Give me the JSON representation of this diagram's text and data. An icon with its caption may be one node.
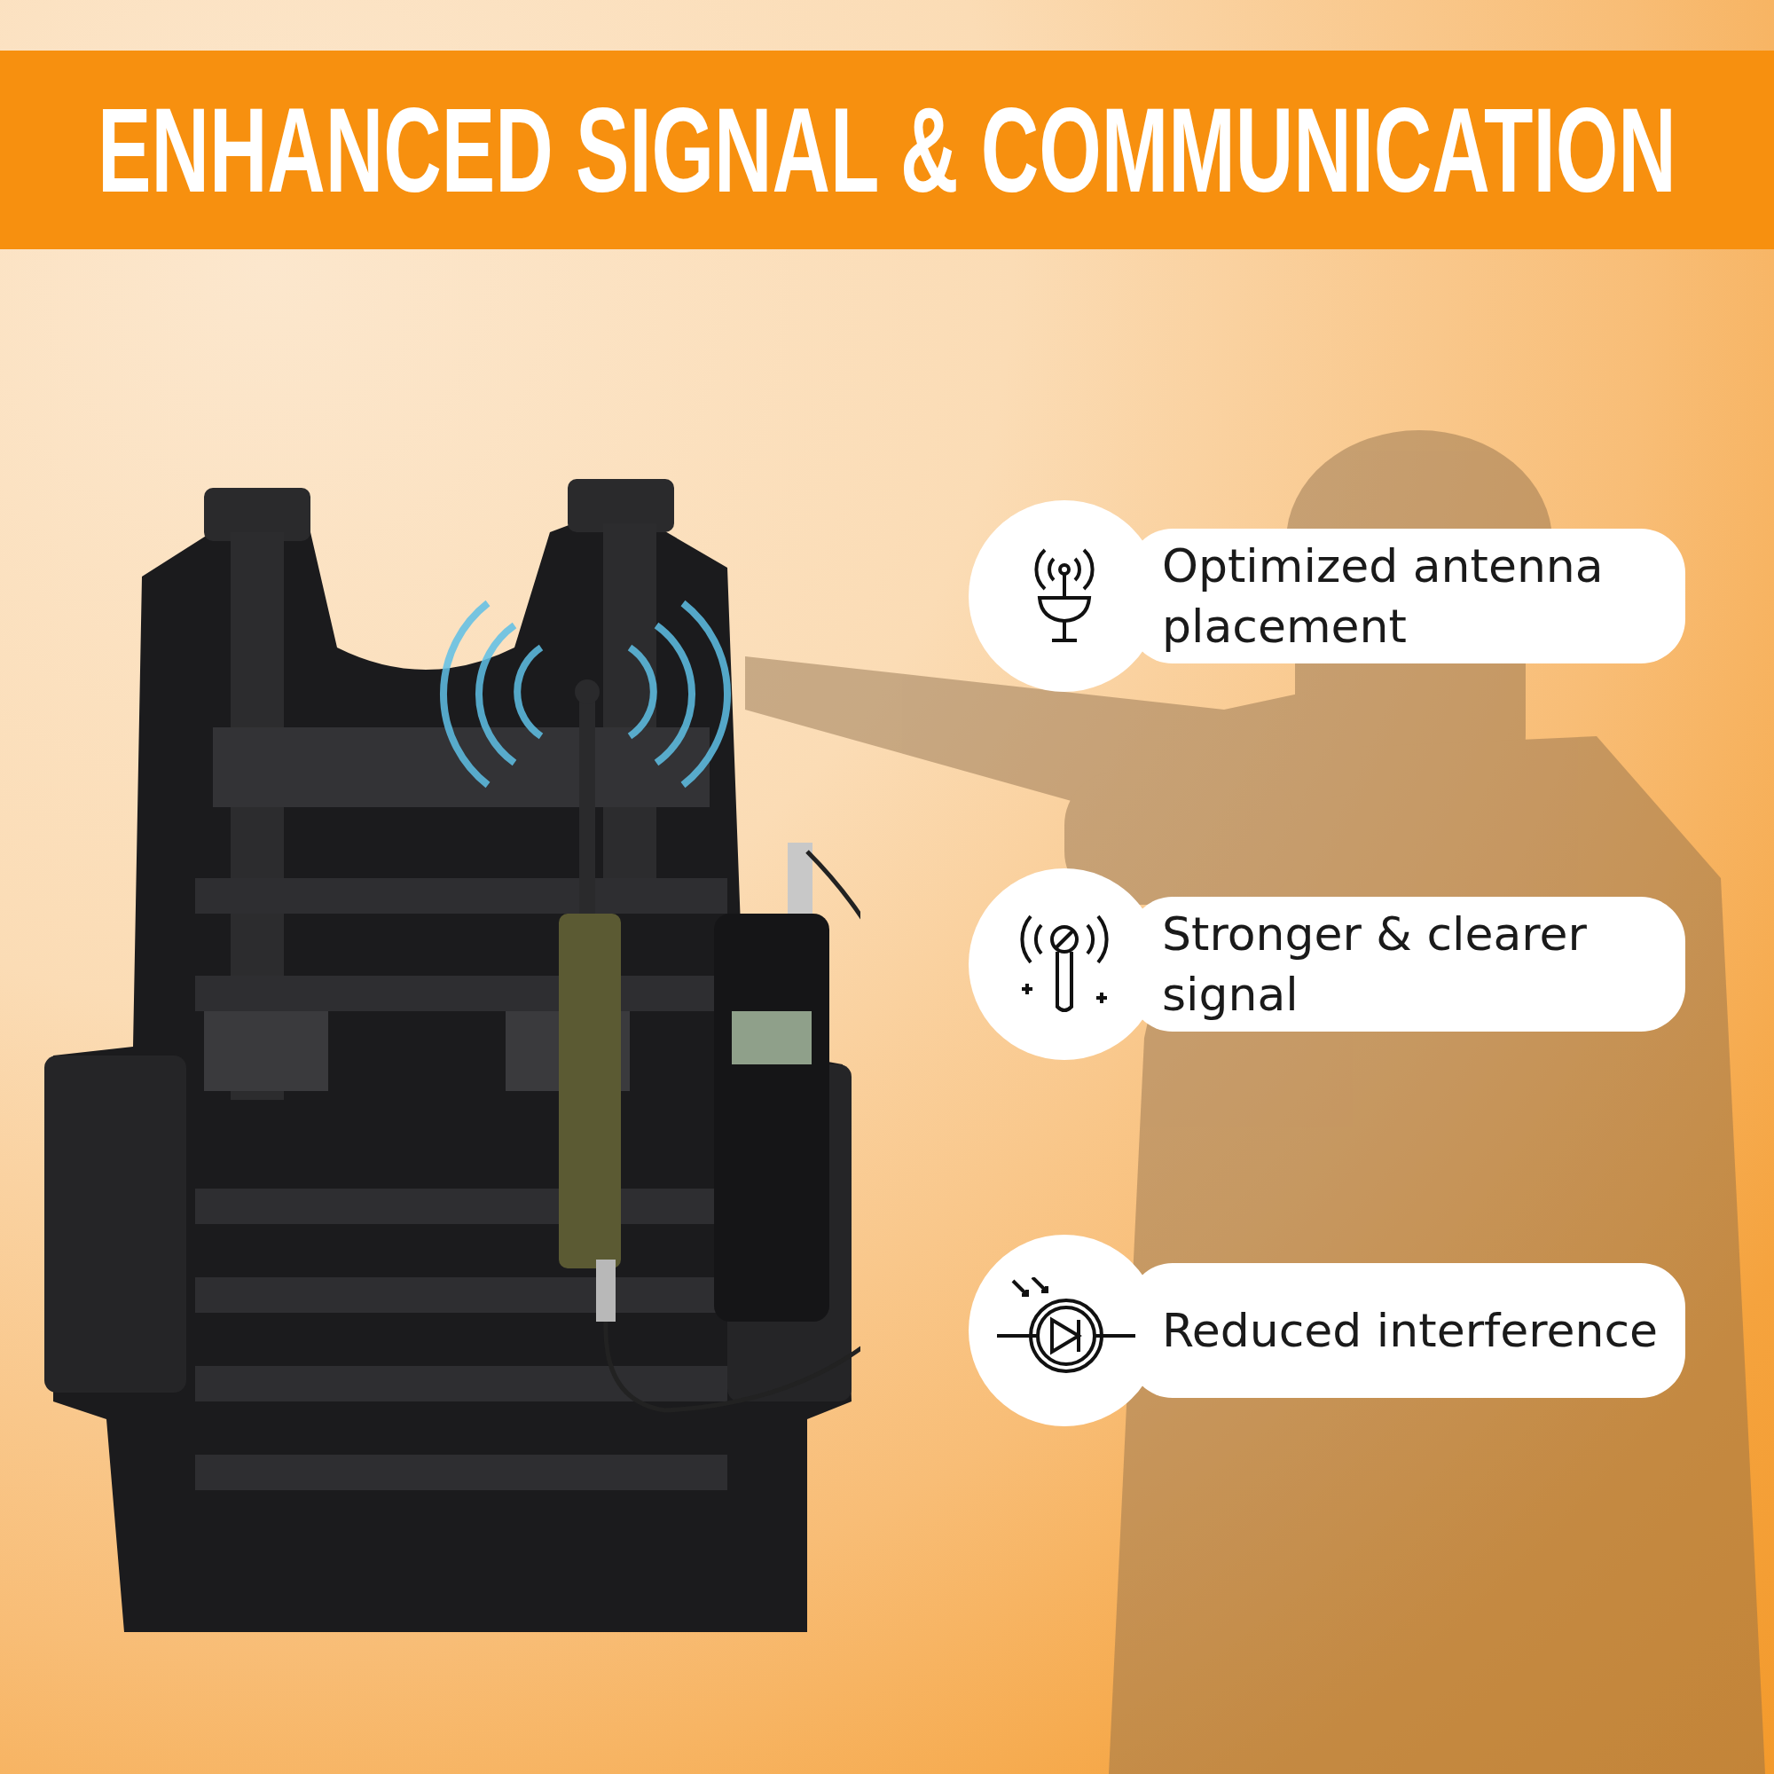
{
  "diagram": {
    "title": "ENHANCED SIGNAL & COMMUNICATION",
    "nodes": [
      {
        "text": [
          "Optimized antenna placement"
        ]
      },
      {
        "text": [
          "Stronger & clearer signal"
        ]
      },
      {
        "text": [
          "Reduced interference"
        ]
      }
    ]
  }
}
